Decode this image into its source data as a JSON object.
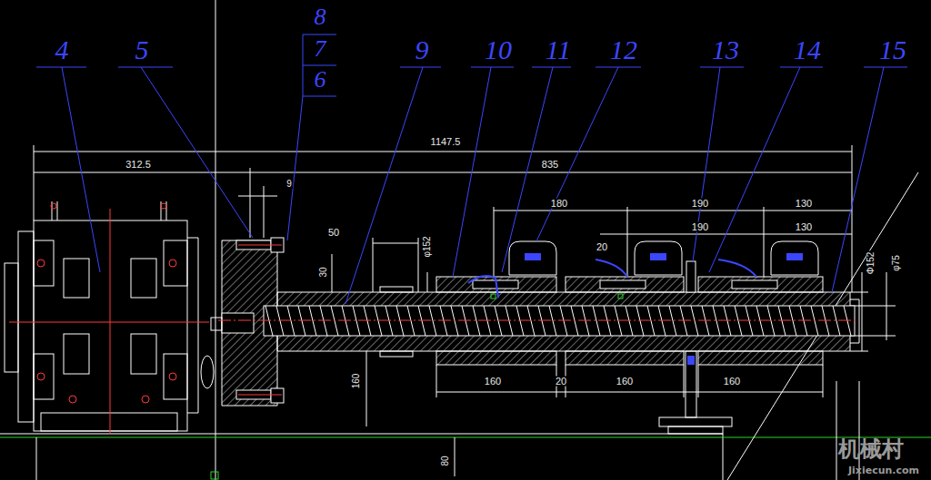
{
  "diagram": {
    "labels": [
      "4",
      "5",
      "8",
      "7",
      "6",
      "9",
      "10",
      "11",
      "12",
      "13",
      "14",
      "15",
      "1147.5",
      "312.5",
      "835",
      "9",
      "180",
      "190",
      "130",
      "190",
      "130",
      "50",
      "20",
      "30",
      "φ152",
      "Φ152",
      "φ75",
      "160",
      "20",
      "160",
      "160",
      "160",
      "80",
      "机械村",
      "Jixiecun.com"
    ]
  }
}
